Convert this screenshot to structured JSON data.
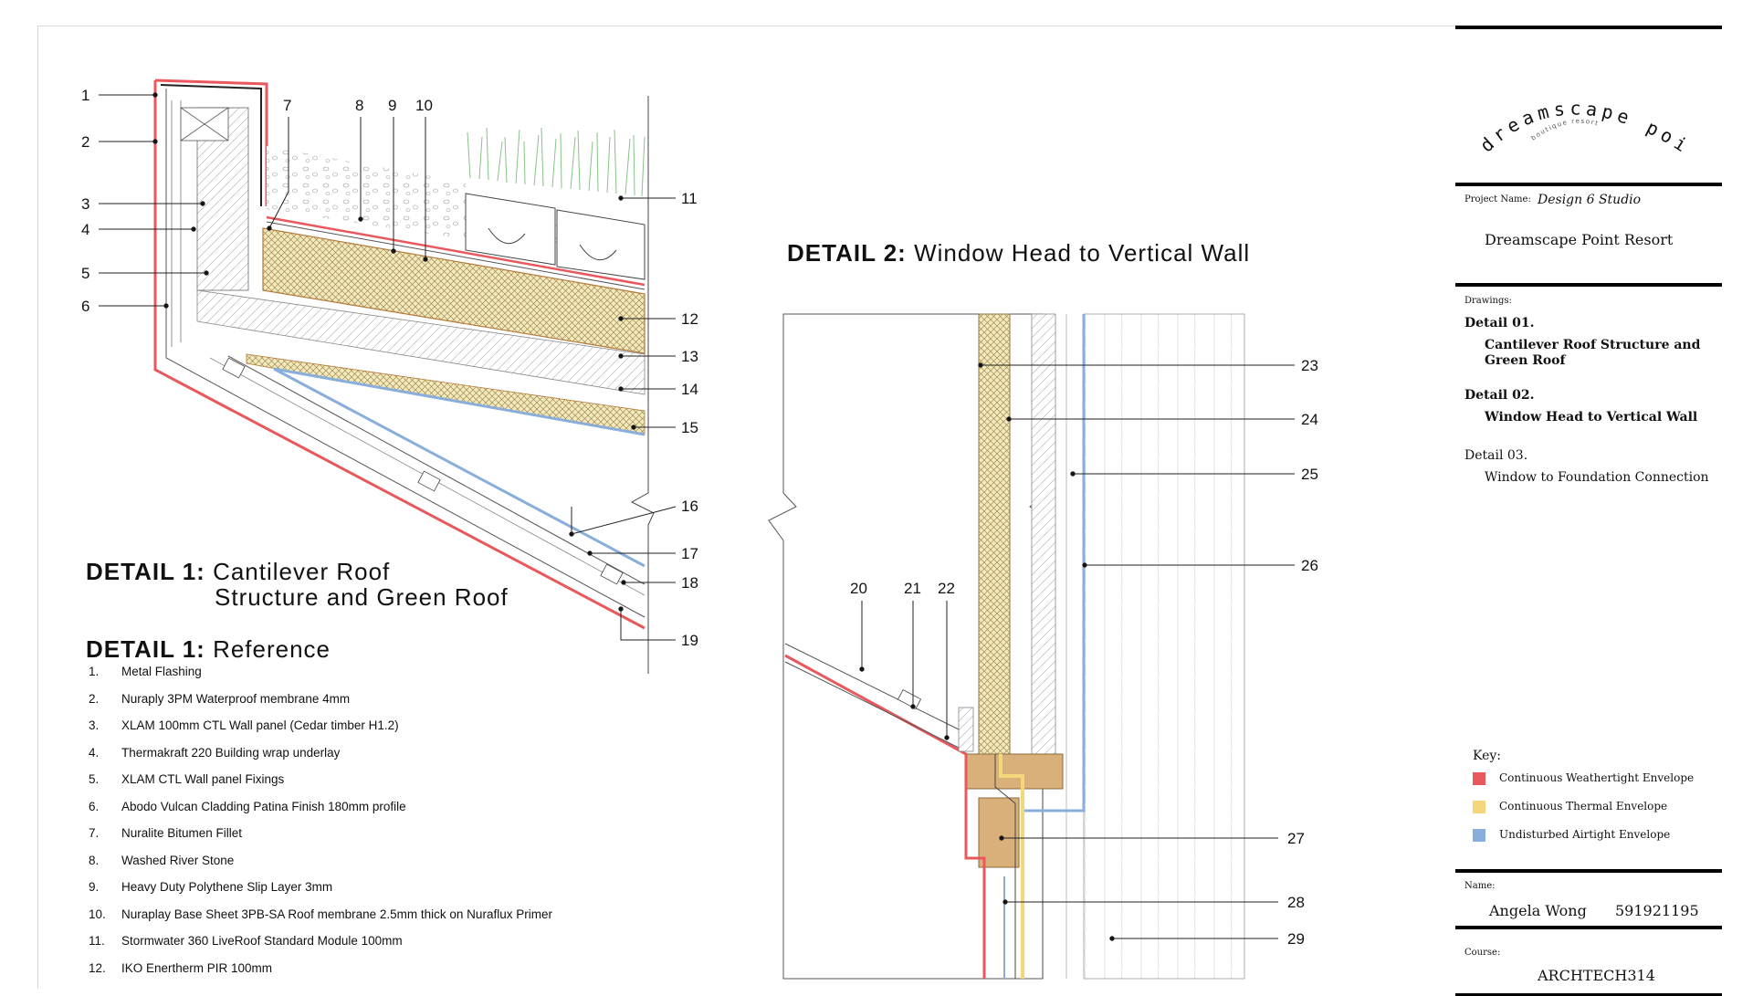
{
  "detail1": {
    "title_bold": "DETAIL 1:",
    "title_line1": "Cantilever Roof",
    "title_line2": "Structure and Green Roof",
    "reference_bold": "DETAIL 1:",
    "reference_title": "Reference",
    "callouts": [
      "1",
      "2",
      "3",
      "4",
      "5",
      "6",
      "7",
      "8",
      "9",
      "10",
      "11",
      "12",
      "13",
      "14",
      "15",
      "16",
      "17",
      "18",
      "19"
    ],
    "reference_list": [
      {
        "num": "1.",
        "text": "Metal Flashing"
      },
      {
        "num": "2.",
        "text": "Nuraply 3PM Waterproof membrane 4mm"
      },
      {
        "num": "3.",
        "text": "XLAM 100mm CTL Wall panel (Cedar timber H1.2)"
      },
      {
        "num": "4.",
        "text": "Thermakraft 220 Building wrap underlay"
      },
      {
        "num": "5.",
        "text": "XLAM CTL Wall panel Fixings"
      },
      {
        "num": "6.",
        "text": "Abodo Vulcan Cladding Patina Finish 180mm profile"
      },
      {
        "num": "7.",
        "text": "Nuralite Bitumen Fillet"
      },
      {
        "num": "8.",
        "text": "Washed River Stone"
      },
      {
        "num": "9.",
        "text": "Heavy Duty Polythene Slip Layer 3mm"
      },
      {
        "num": "10.",
        "text": "Nuraplay Base Sheet 3PB-SA Roof membrane 2.5mm thick on Nuraflux Primer"
      },
      {
        "num": "11.",
        "text": "Stormwater 360 LiveRoof Standard Module 100mm"
      },
      {
        "num": "12.",
        "text": "IKO Enertherm PIR 100mm"
      }
    ]
  },
  "detail2": {
    "title_bold": "DETAIL 2:",
    "title_rest": "Window Head to Vertical Wall",
    "callouts": [
      "20",
      "21",
      "22",
      "23",
      "24",
      "25",
      "26",
      "27",
      "28",
      "29"
    ]
  },
  "titleblock": {
    "logo_text": "dreamscape point",
    "logo_sub": "boutique resort",
    "project_name_label": "Project Name:",
    "project_name_value": "Design 6 Studio",
    "project_title": "Dreamscape Point Resort",
    "drawings_label": "Drawings:",
    "drawings": [
      {
        "head": "Detail 01.",
        "title": "Cantilever Roof Structure and Green Roof"
      },
      {
        "head": "Detail 02.",
        "title": "Window Head to Vertical Wall"
      },
      {
        "head": "Detail 03.",
        "title": "Window to Foundation Connection"
      }
    ],
    "key_label": "Key:",
    "key_items": [
      {
        "label": "Continuous Weathertight Envelope",
        "color": "#e8585c"
      },
      {
        "label": "Continuous Thermal Envelope",
        "color": "#f3d77a"
      },
      {
        "label": "Undisturbed Airtight Envelope",
        "color": "#8aaedb"
      }
    ],
    "name_label": "Name:",
    "name_value": "Angela Wong",
    "student_id": "591921195",
    "course_label": "Course:",
    "course_value": "ARCHTECH314"
  },
  "colors": {
    "weathertight": "#e8585c",
    "thermal": "#f3d77a",
    "airtight": "#8aaedb",
    "insulation": "#f4e9bd",
    "timber": "#d9b07a",
    "grass": "#6cb36a"
  }
}
